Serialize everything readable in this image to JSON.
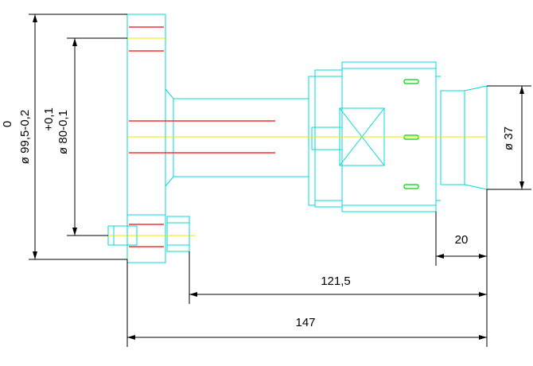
{
  "dimensions": {
    "flange_diameter": {
      "upper": "0",
      "value": "ø 99,5-0,2"
    },
    "bolt_circle_diameter": {
      "upper": "+0,1",
      "value": "ø 80-0,1"
    },
    "tip_diameter": "ø 37",
    "tip_length": "20",
    "length_from_bolt": "121,5",
    "overall_length": "147"
  },
  "colors": {
    "outline": "#00d8d8",
    "centerline": "#e8e800",
    "hidden_lines": "#ff3030",
    "slots": "#00d000",
    "dimension_lines": "#000000"
  }
}
